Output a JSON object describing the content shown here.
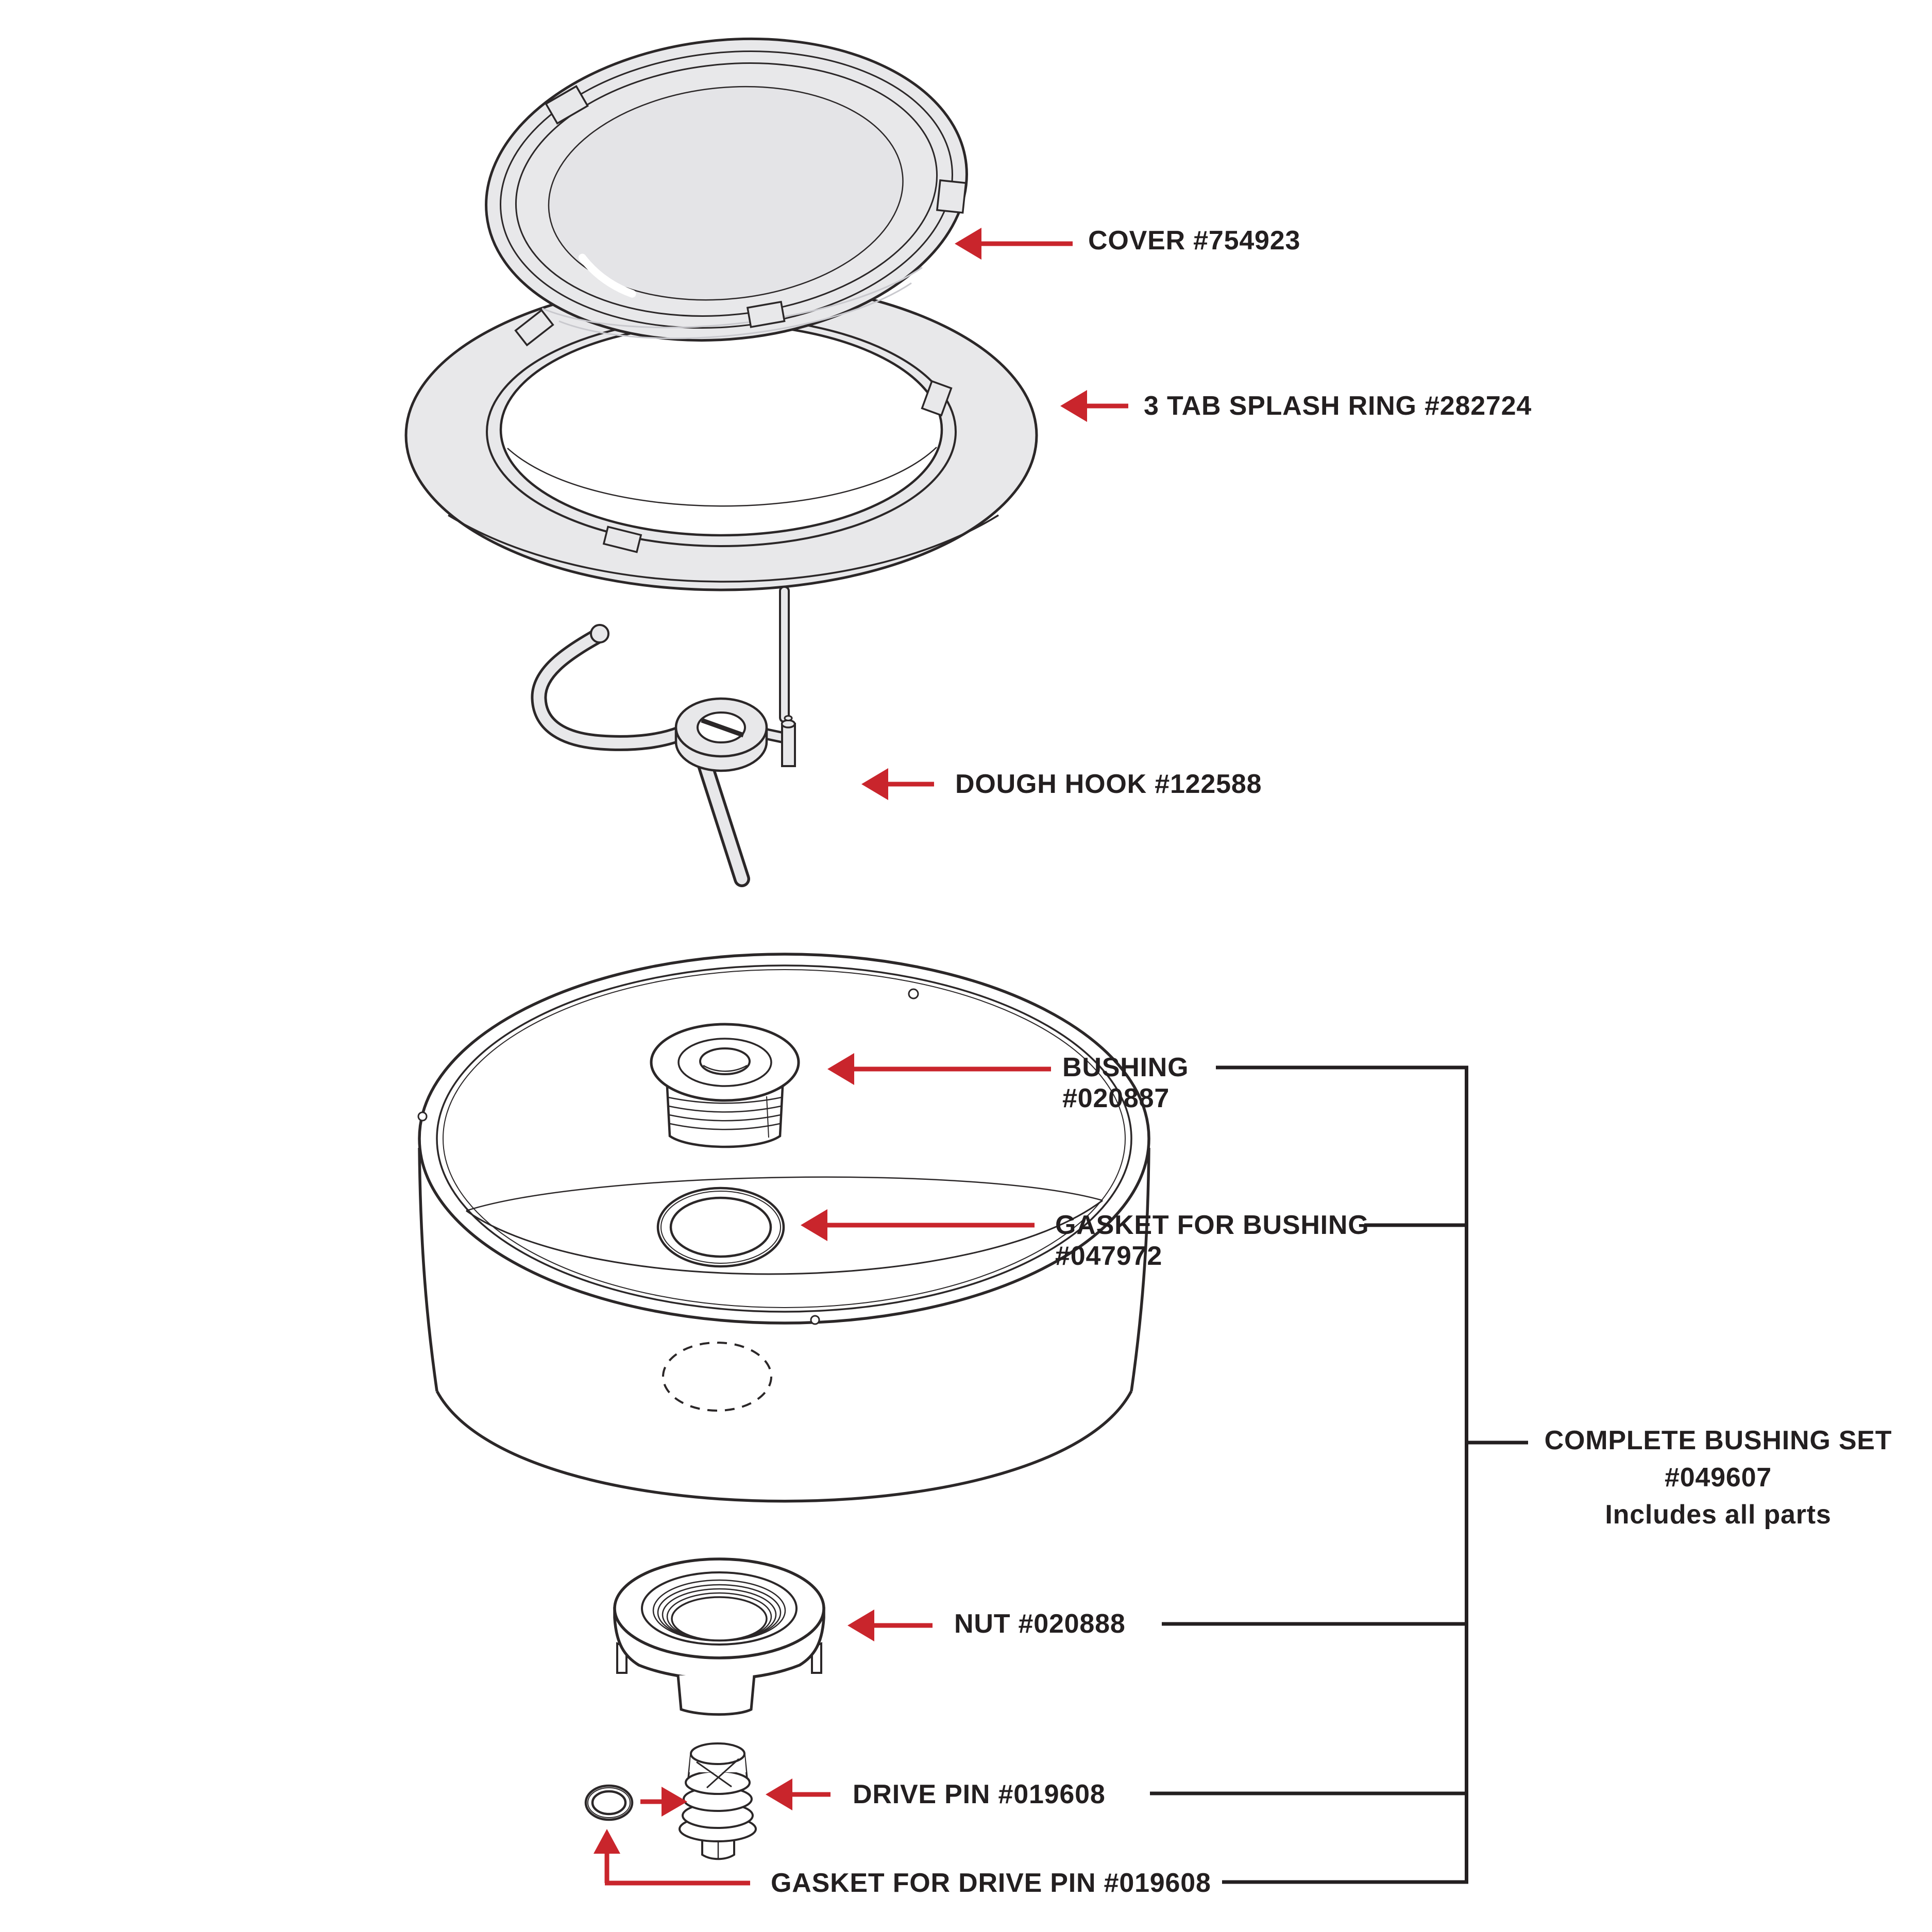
{
  "colors": {
    "accent_red": "#C9252C",
    "ink": "#231F20",
    "line_art": "#2B2728",
    "part_fill_gray": "#E8E8EA"
  },
  "labels": {
    "cover": "COVER #754923",
    "splash_ring": "3 TAB SPLASH RING #282724",
    "dough_hook": "DOUGH HOOK #122588",
    "bushing_line1": "BUSHING",
    "bushing_line2": "#020887",
    "gasket_bushing_line1": "GASKET FOR BUSHING",
    "gasket_bushing_line2": "#047972",
    "nut": "NUT #020888",
    "drive_pin": "DRIVE PIN #019608",
    "gasket_drive_pin": "GASKET FOR DRIVE PIN #019608",
    "bushing_set_line1": "COMPLETE BUSHING SET",
    "bushing_set_line2": "#049607",
    "bushing_set_line3": "Includes all parts"
  }
}
